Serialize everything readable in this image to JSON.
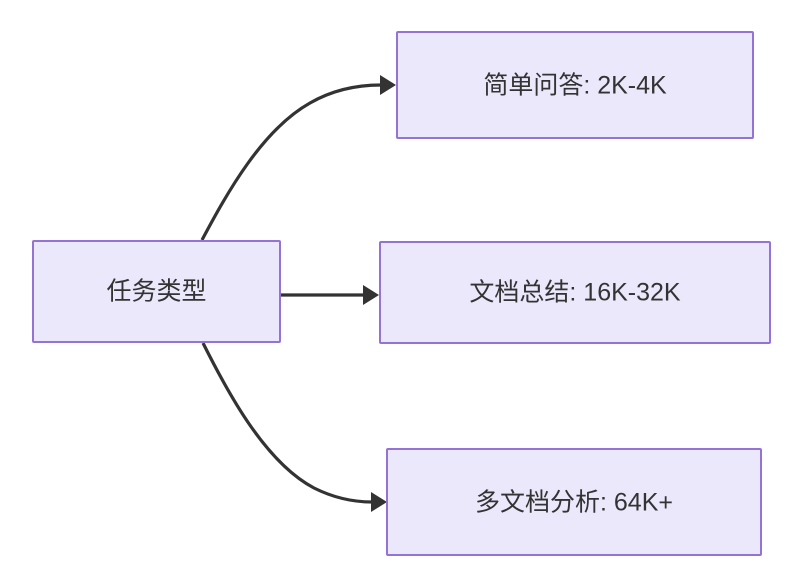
{
  "diagram": {
    "type": "flowchart",
    "direction": "left-to-right",
    "background_color": "#ffffff",
    "node_fill_color": "#eae8fa",
    "node_border_color": "#9573d4",
    "text_color": "#333333",
    "edge_color": "#333333",
    "root": {
      "id": "task-type",
      "label": "任务类型"
    },
    "branches": [
      {
        "id": "simple-qa",
        "label": "简单问答: 2K-4K",
        "edge_label": ""
      },
      {
        "id": "doc-summary",
        "label": "文档总结: 16K-32K",
        "edge_label": ""
      },
      {
        "id": "multi-doc-analysis",
        "label": "多文档分析: 64K+",
        "edge_label": ""
      }
    ]
  }
}
